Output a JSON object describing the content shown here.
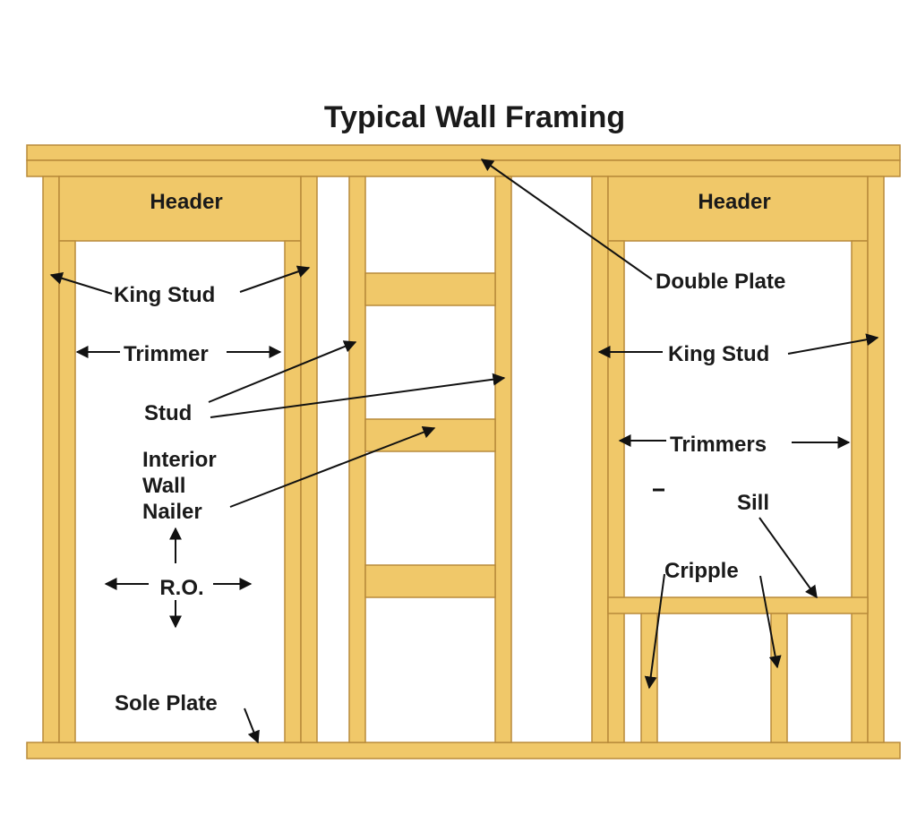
{
  "title": "Typical Wall Framing",
  "colors": {
    "lumber": "#f0c869",
    "lumber_edge": "#b88a3a",
    "text": "#1a1a1a",
    "arrow": "#111111",
    "background": "#ffffff"
  },
  "labels": {
    "header_left": "Header",
    "header_right": "Header",
    "double_plate": "Double Plate",
    "king_stud_left": "King Stud",
    "king_stud_right": "King Stud",
    "trimmer": "Trimmer",
    "trimmers": "Trimmers",
    "stud": "Stud",
    "interior_wall_nailer": [
      "Interior",
      "Wall",
      "Nailer"
    ],
    "ro": "R.O.",
    "sole_plate": "Sole Plate",
    "sill": "Sill",
    "cripple": "Cripple"
  }
}
